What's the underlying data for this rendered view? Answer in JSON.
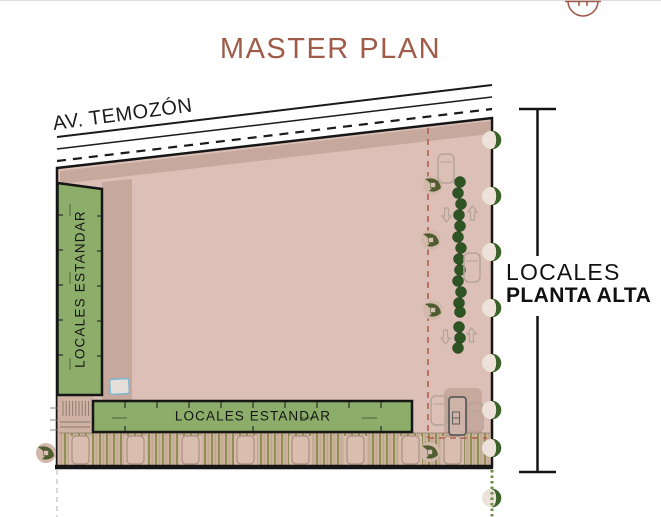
{
  "header": {
    "title": "MASTER PLAN",
    "title_color": "#a05b49",
    "logo_icon": "arc-emblem-icon"
  },
  "plan": {
    "road_label": "AV. TEMOZÓN",
    "left_building_label": "LOCALES ESTANDAR",
    "bottom_building_label": "LOCALES ESTANDAR",
    "annotation_line1": "LOCALES",
    "annotation_line2": "PLANTA ALTA"
  },
  "colors": {
    "accent_brown": "#a05b49",
    "site_fill": "#dcc0b7",
    "site_accent_fill": "#c6a89d",
    "building_green": "#8cae6a",
    "boundary_black": "#161616",
    "internal_dashed_red": "#b0604f",
    "tree_green": "#3a6428",
    "hedge_green": "#2e5424",
    "parking_stripe_olive": "#8f8f55"
  },
  "icons": {
    "logo": "arc-emblem-icon",
    "trees_right_edge": "tree-icon",
    "hedge": "hedge-icon",
    "palms": "palm-icon",
    "cars": "car-icon",
    "arrows": "arrow-up-icon / arrow-down-icon",
    "bracket": "measure-bracket"
  }
}
